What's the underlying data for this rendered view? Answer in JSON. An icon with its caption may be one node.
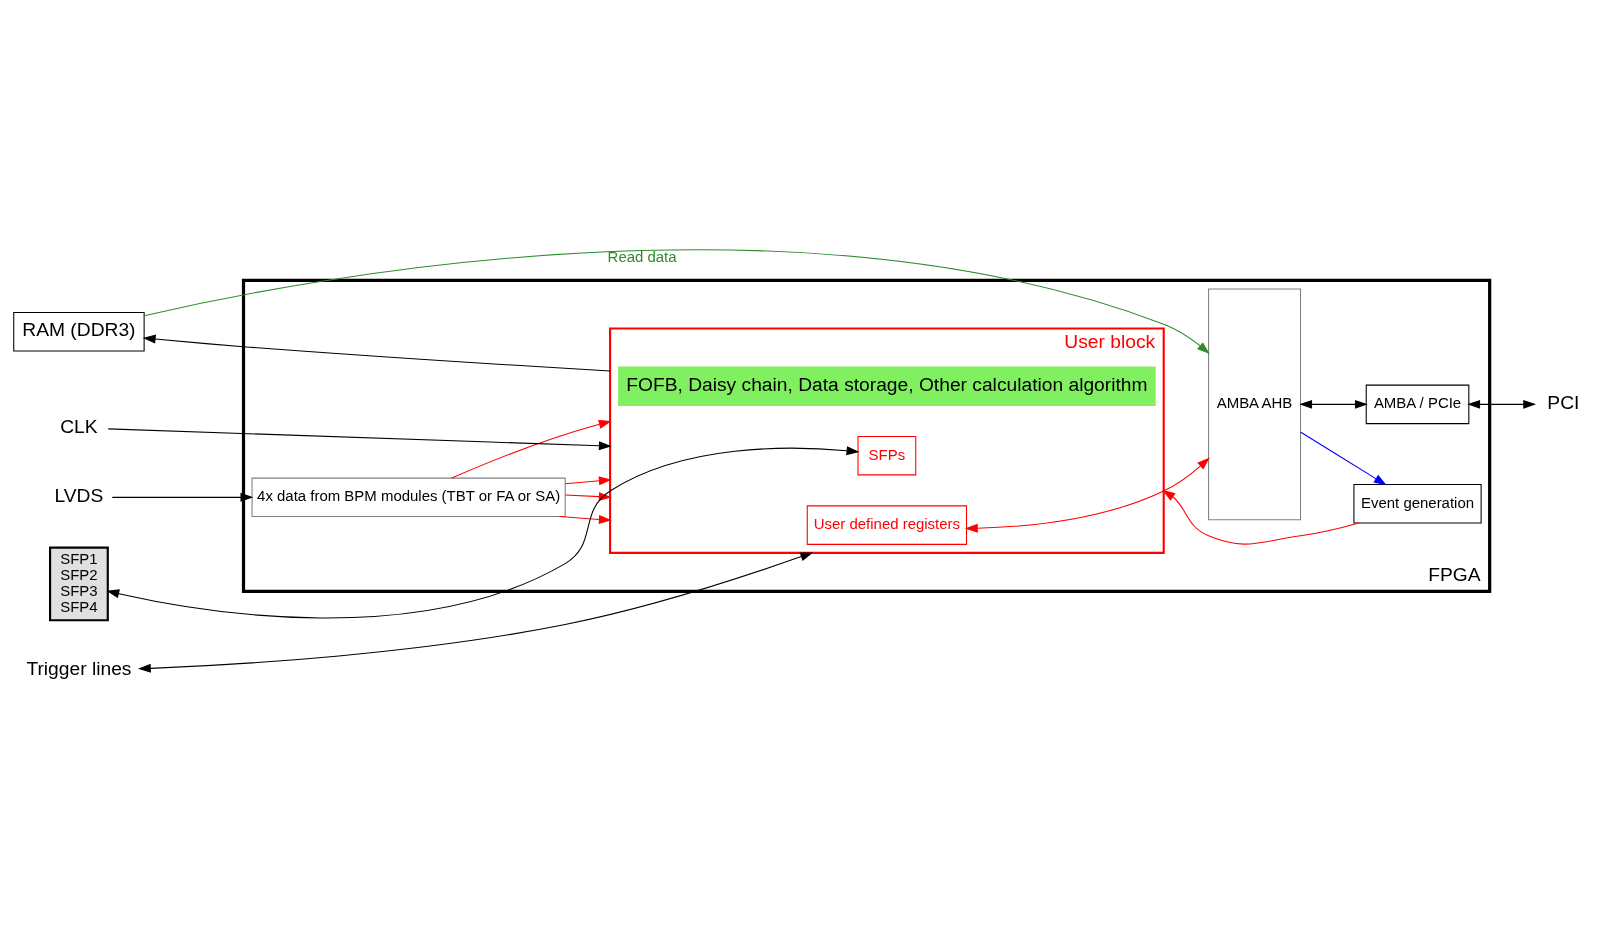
{
  "diagram": {
    "nodes": [
      {
        "text": [
          "FPGA"
        ]
      },
      {
        "text": [
          "SFP1",
          "SFP2",
          "SFP3",
          "SFP4"
        ]
      },
      {
        "text": [
          "RAM (DDR3)"
        ]
      },
      {
        "text": [
          "User block"
        ],
        "in": 0
      },
      {
        "text": [
          "SFPs"
        ],
        "in": 3
      },
      {
        "text": [
          "FOFB, Daisy chain, Data storage, Other calculation algorithm"
        ],
        "in": 3
      },
      {
        "text": [
          "User defined registers"
        ],
        "in": 3
      },
      {
        "text": [
          "Event generation"
        ],
        "in": 0
      },
      {
        "text": [
          "AMBA AHB"
        ],
        "in": 0
      },
      {
        "text": [
          "AMBA / PCIe"
        ],
        "in": 0
      },
      {
        "text": [
          "Trigger lines"
        ]
      },
      {
        "text": [
          "CLK"
        ]
      },
      {
        "text": [
          "LVDS"
        ]
      },
      {
        "text": [
          "4x data from BPM modules (TBT or FA or SA)"
        ],
        "in": 0
      },
      {
        "text": [
          "PCI"
        ]
      }
    ],
    "edges": [
      {
        "from": 1,
        "to": 4,
        "arrow": "both"
      },
      {
        "from": 3,
        "to": 2,
        "arrow": "to"
      },
      {
        "from": 2,
        "to": 8,
        "arrow": "to",
        "label": "Read data",
        "color": "#2e8b2e"
      },
      {
        "from": 8,
        "to": 9,
        "arrow": "both"
      },
      {
        "from": 9,
        "to": 14,
        "arrow": "both"
      },
      {
        "from": 8,
        "to": 7,
        "arrow": "to",
        "color": "#0000ff"
      },
      {
        "from": 7,
        "to": 3,
        "arrow": "to",
        "color": "#ff0000"
      },
      {
        "from": 6,
        "to": 8,
        "arrow": "both",
        "color": "#ff0000"
      },
      {
        "from": 10,
        "to": 3,
        "arrow": "both"
      },
      {
        "from": 11,
        "to": 3,
        "arrow": "to"
      },
      {
        "from": 12,
        "to": 13,
        "arrow": "to"
      },
      {
        "from": 13,
        "to": 3,
        "arrow": "to",
        "color": "#ff0000"
      },
      {
        "from": 13,
        "to": 3,
        "arrow": "to",
        "color": "#ff0000"
      },
      {
        "from": 13,
        "to": 3,
        "arrow": "to",
        "color": "#ff0000"
      },
      {
        "from": 13,
        "to": 3,
        "arrow": "to",
        "color": "#ff0000"
      }
    ]
  }
}
